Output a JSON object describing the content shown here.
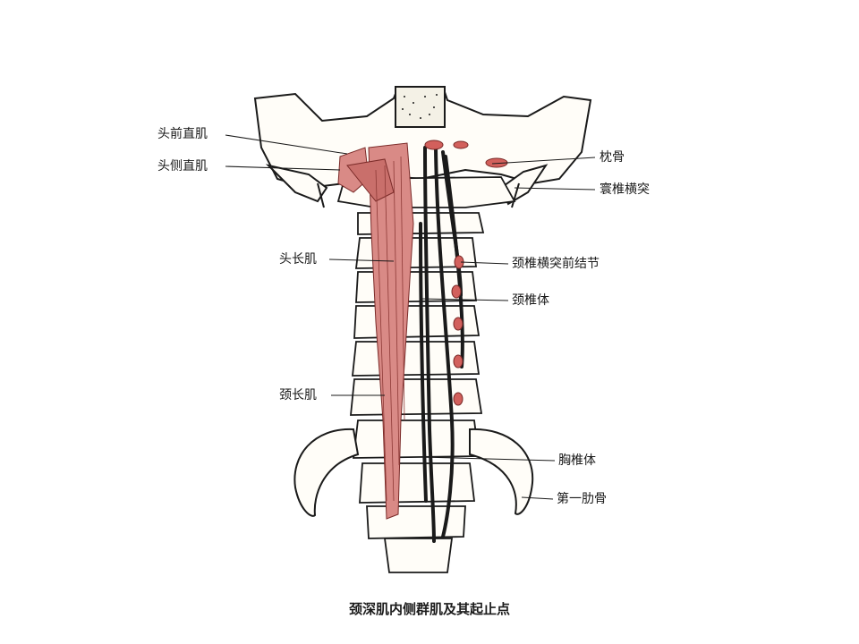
{
  "labels": {
    "rectus_capitis_anterior": "头前直肌",
    "rectus_capitis_lateralis": "头侧直肌",
    "longus_capitis": "头长肌",
    "longus_colli": "颈长肌",
    "occipital_bone": "枕骨",
    "atlas_transverse_process": "寰椎横突",
    "anterior_tubercle_cervical_transverse_process": "颈椎横突前结节",
    "cervical_vertebral_body": "颈椎体",
    "thoracic_vertebral_body": "胸椎体",
    "first_rib": "第一肋骨"
  },
  "caption": "颈深肌内侧群肌及其起止点",
  "colors": {
    "muscle": "#d98a86",
    "muscle_dark": "#b85a56",
    "bone": "#fffdf8",
    "ink": "#1a1a1a"
  }
}
